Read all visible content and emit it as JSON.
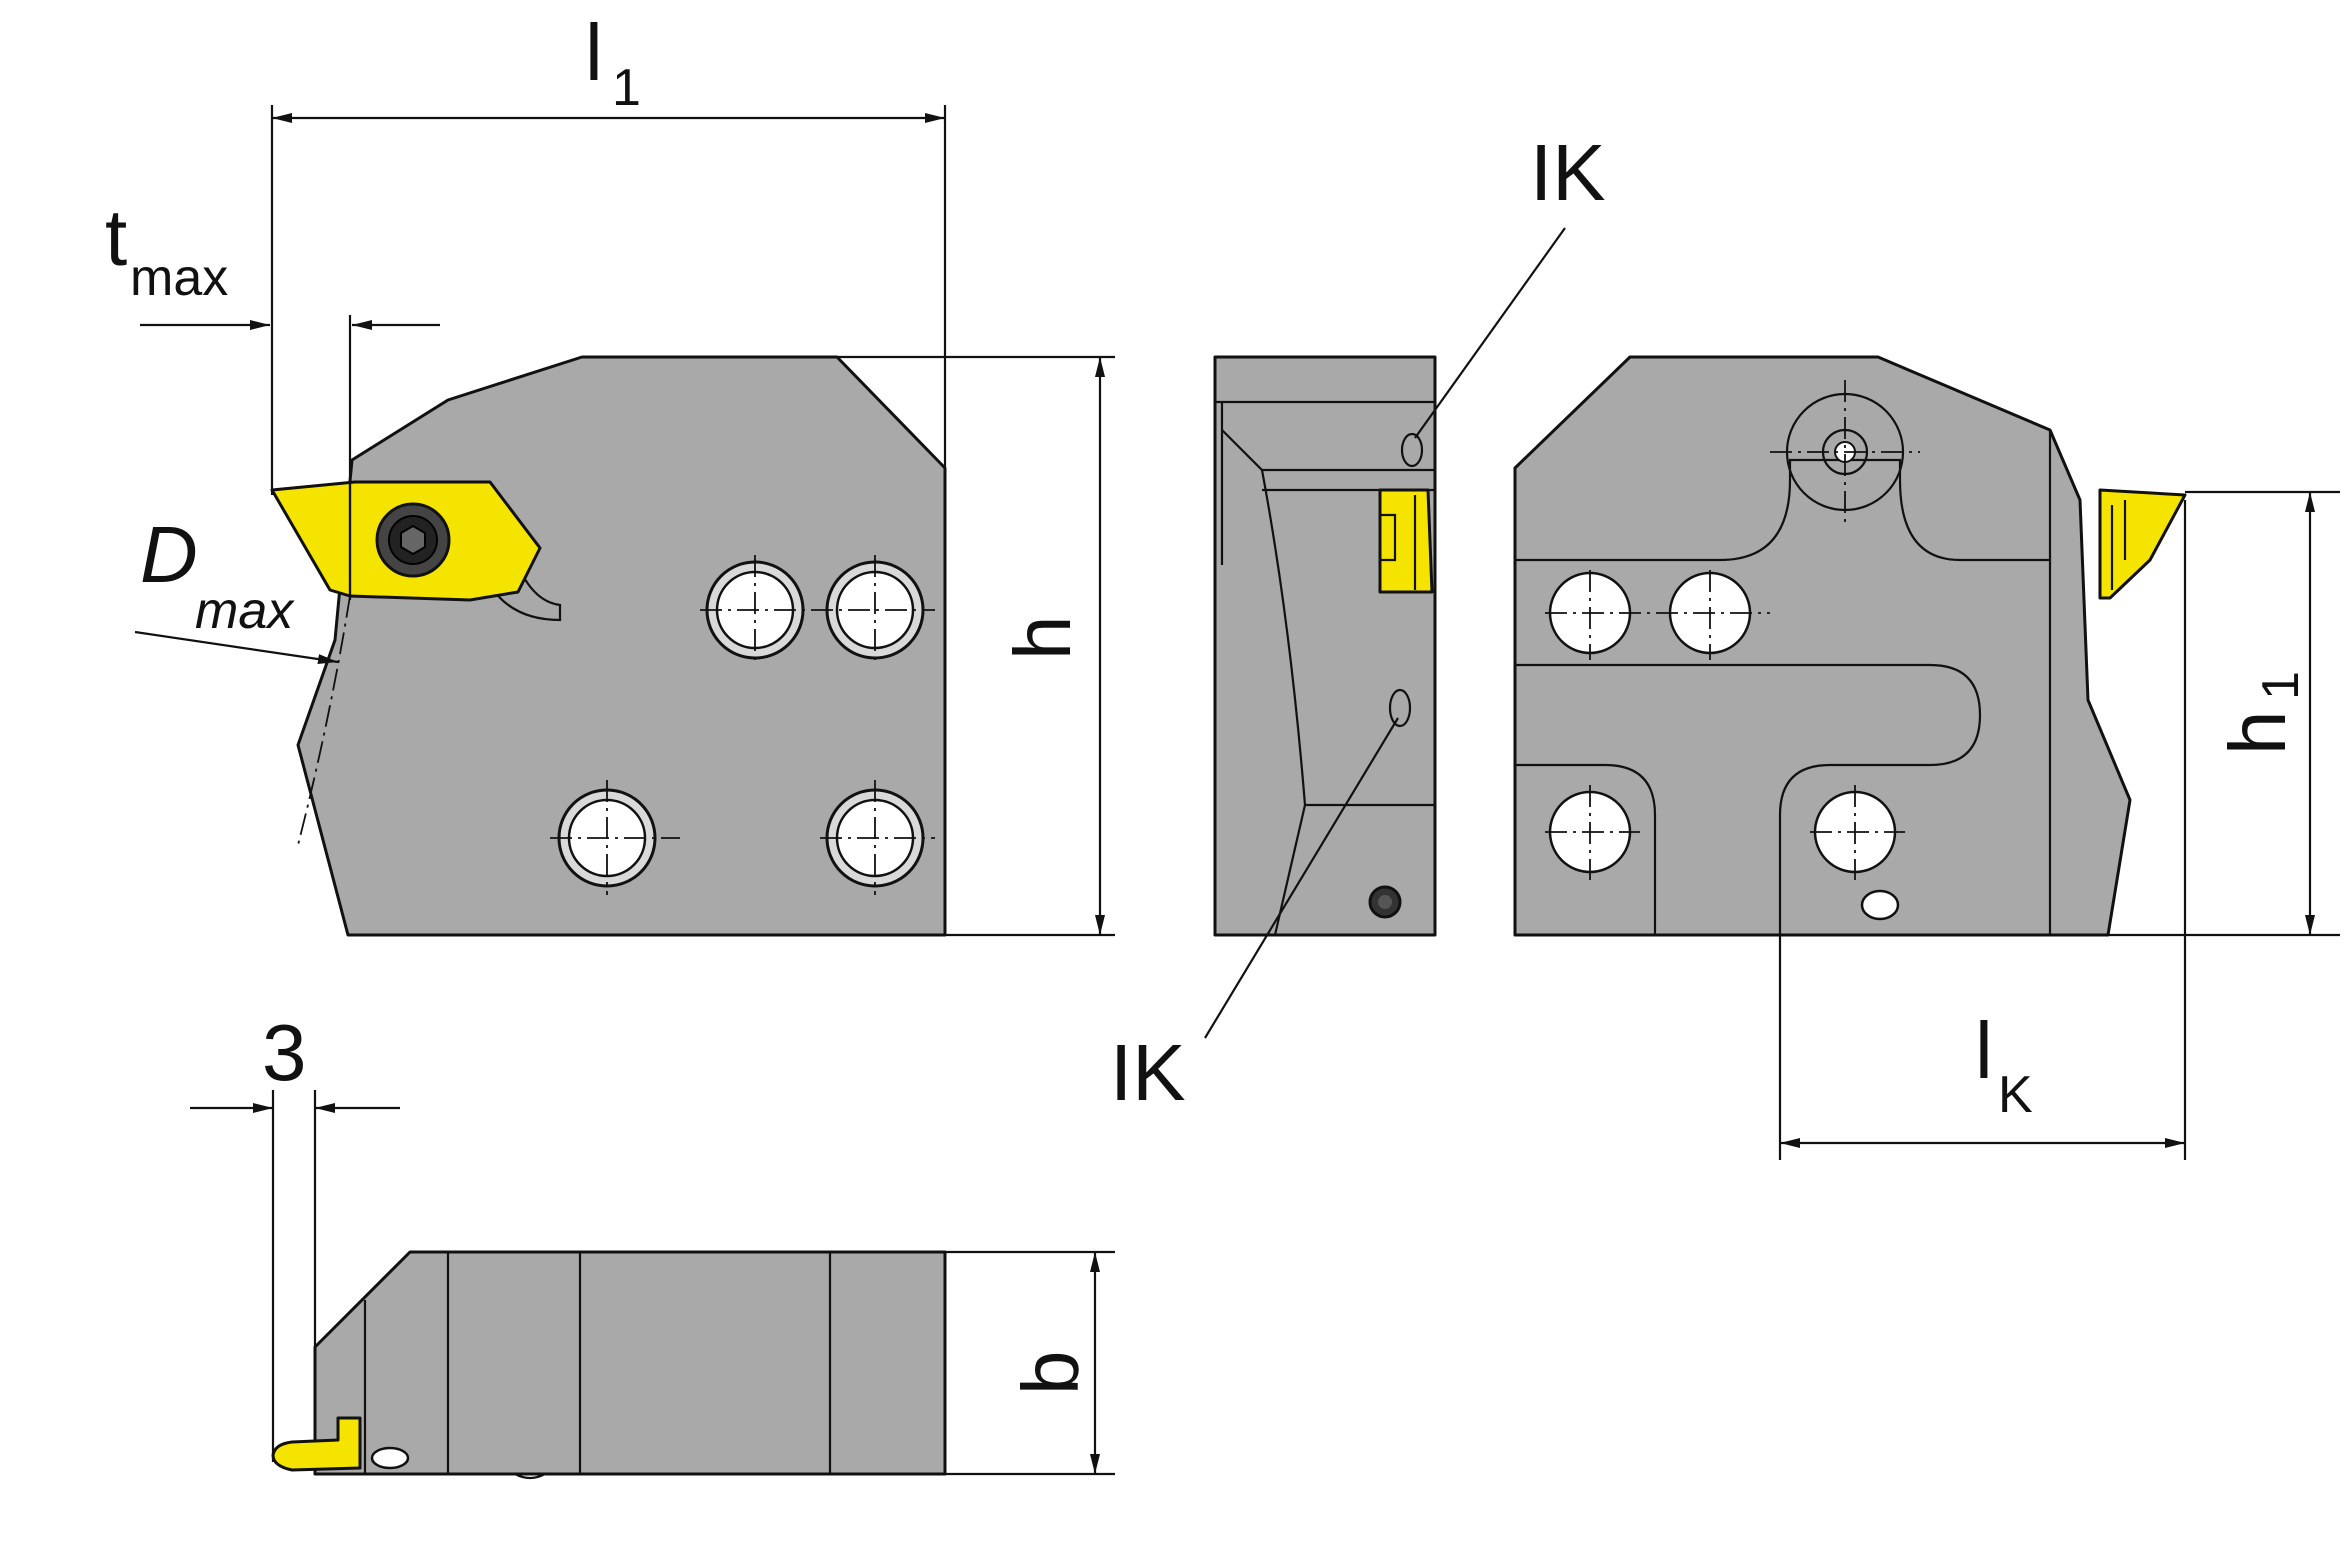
{
  "labels": {
    "l1_main": "l",
    "l1_sub": "1",
    "tmax_main": "t",
    "tmax_sub": "max",
    "dmax_main": "D",
    "dmax_sub": "max",
    "h": "h",
    "h1_main": "h",
    "h1_sub": "1",
    "ik_top": "IK",
    "ik_bottom": "IK",
    "lk_main": "l",
    "lk_sub": "K",
    "three": "3",
    "b": "b"
  },
  "colors": {
    "body": "#a9a9a9",
    "insert": "#f5e400",
    "outline": "#111111",
    "background": "#ffffff"
  }
}
